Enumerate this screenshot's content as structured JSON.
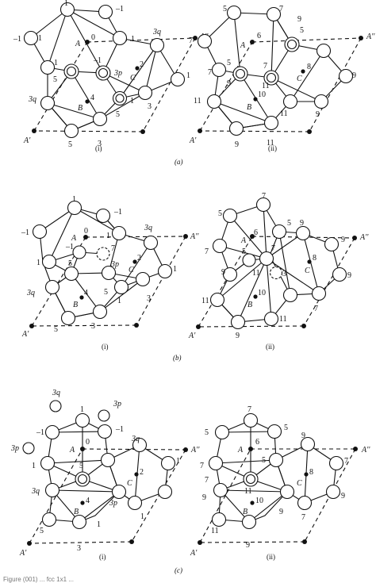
{
  "panels": {
    "a": {
      "caption": "(a)",
      "i": {
        "caption": "(i)",
        "labels": [
          "1",
          "–1",
          "–1",
          "1",
          "1",
          "3q",
          "A''",
          "A",
          "0",
          "1",
          "5",
          "–1",
          "3p",
          "2",
          "C",
          "1",
          "3q",
          "4",
          "B",
          "5",
          "1",
          "3",
          "5",
          "3",
          "A'"
        ]
      },
      "ii": {
        "caption": "(ii)",
        "labels": [
          "5",
          "7",
          "9",
          "7",
          "6",
          "5",
          "A''",
          "A",
          "7",
          "7",
          "5",
          "9",
          "11",
          "8",
          "C",
          "9",
          "11",
          "10",
          "B",
          "9",
          "11",
          "9",
          "A'",
          "11"
        ]
      }
    },
    "b": {
      "caption": "(b)",
      "i": {
        "caption": "(i)",
        "labels": [
          "1",
          "–1",
          "–1",
          "0",
          "A",
          "1",
          "3q",
          "A''",
          "1",
          "–1",
          "7",
          "5",
          "2",
          "C",
          "3p",
          "1",
          "3q",
          "4",
          "B",
          "5",
          "1",
          "3",
          "5",
          "3",
          "A'"
        ]
      },
      "ii": {
        "caption": "(ii)",
        "labels": [
          "7",
          "5",
          "6",
          "A",
          "5",
          "9",
          "9",
          "A''",
          "7",
          "7",
          "5",
          "8",
          "C",
          "9",
          "11",
          "3",
          "9",
          "11",
          "10",
          "B",
          "7",
          "11",
          "9",
          "A'"
        ]
      }
    },
    "c": {
      "caption": "(c)",
      "i": {
        "caption": "(i)",
        "labels": [
          "3q",
          "3p",
          "3p",
          "1",
          "–1",
          "–1",
          "A",
          "0",
          "1",
          "3q",
          "1",
          "A''",
          "5",
          "2",
          "C",
          "3q",
          "4",
          "B",
          "3p",
          "1",
          "5",
          "1",
          "3",
          "A'"
        ]
      },
      "ii": {
        "caption": "(ii)",
        "labels": [
          "7",
          "5",
          "5",
          "A",
          "6",
          "9",
          "7",
          "A''",
          "7",
          "5",
          "7",
          "11",
          "8",
          "C",
          "9",
          "9",
          "10",
          "B",
          "9",
          "11",
          "7",
          "A'",
          "9"
        ]
      }
    }
  },
  "footer_text": "Figure (001) ... fcc 1x1 ..."
}
